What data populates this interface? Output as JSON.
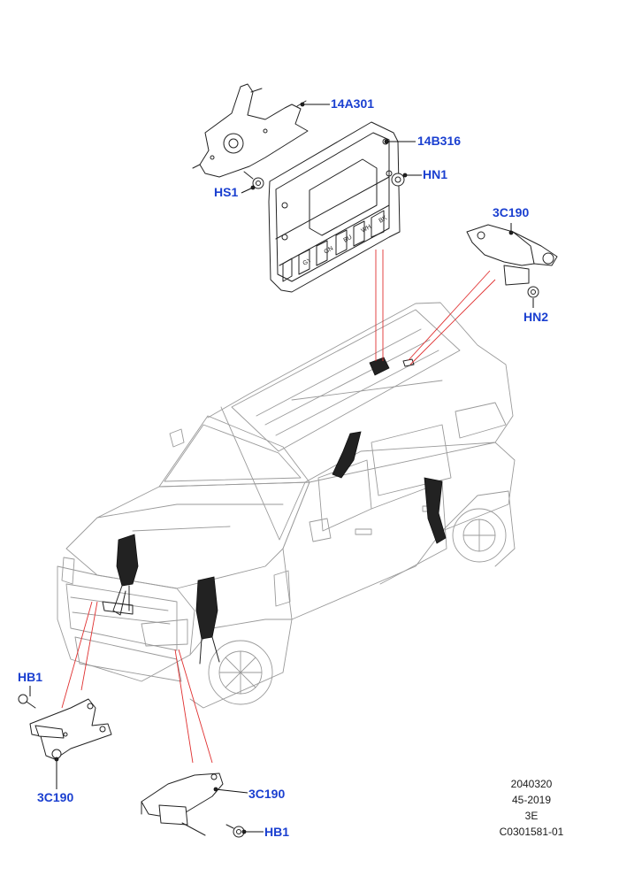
{
  "callouts": {
    "c14A301": "14A301",
    "c14B316": "14B316",
    "cHN1": "HN1",
    "cHS1": "HS1",
    "c3C190_right": "3C190",
    "cHN2": "HN2",
    "cHB1_left": "HB1",
    "c3C190_left": "3C190",
    "c3C190_bottom": "3C190",
    "cHB1_bottom": "HB1"
  },
  "module_labels": [
    "GY",
    "GN",
    "BU",
    "WH",
    "BK"
  ],
  "reference": {
    "line1": "2040320",
    "line2": "45-2019",
    "line3": "3E",
    "line4": "C0301581-01"
  },
  "colors": {
    "callout_text": "#1a3fd0",
    "leader_red": "#e03030",
    "vehicle_outline": "#9a9a9a"
  }
}
